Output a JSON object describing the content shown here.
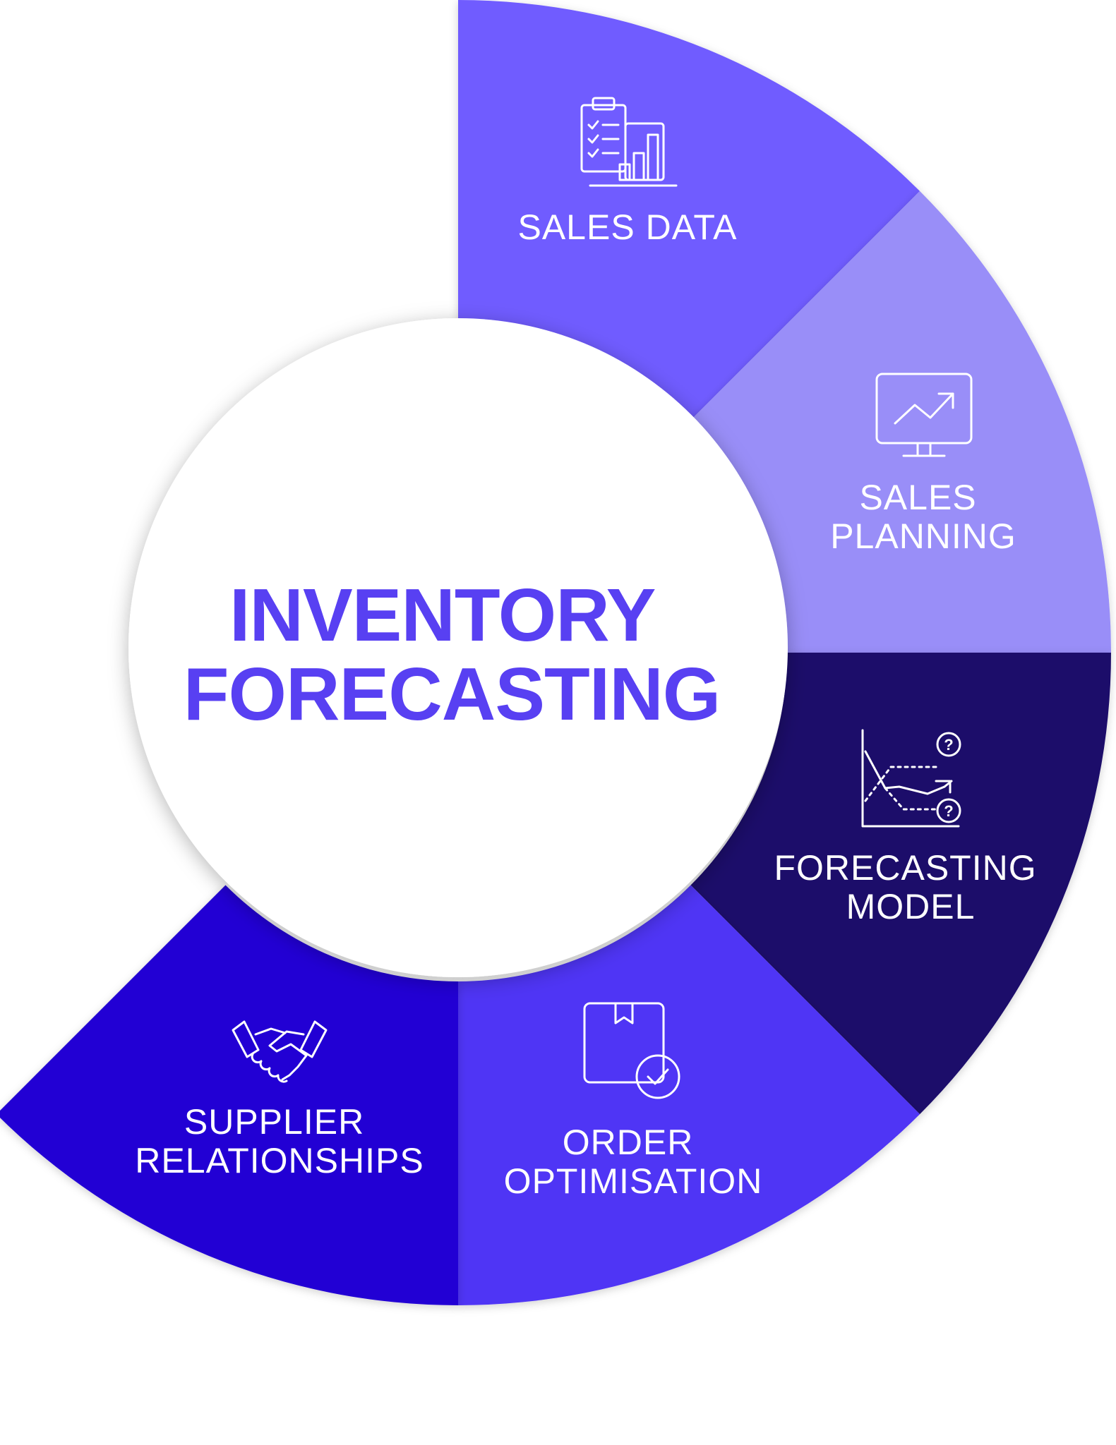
{
  "center": {
    "line1": "INVENTORY",
    "line2": "FORECASTING",
    "color": "#5840f2"
  },
  "segments": [
    {
      "id": "sales-data",
      "lines": [
        "SALES DATA"
      ],
      "color": "#6f5cff",
      "icon": "clipboard-chart-icon"
    },
    {
      "id": "sales-planning",
      "lines": [
        "SALES",
        "PLANNING"
      ],
      "color": "#998ef8",
      "icon": "monitor-trend-icon"
    },
    {
      "id": "forecasting-model",
      "lines": [
        "FORECASTING",
        "MODEL"
      ],
      "color": "#1a0a6b",
      "icon": "forecast-graph-icon"
    },
    {
      "id": "order-optimisation",
      "lines": [
        "ORDER",
        "OPTIMISATION"
      ],
      "color": "#4f36f5",
      "icon": "box-check-icon"
    },
    {
      "id": "supplier-relationships",
      "lines": [
        "SUPPLIER",
        "RELATIONSHIPS"
      ],
      "color": "#2306d4",
      "icon": "handshake-icon"
    }
  ]
}
